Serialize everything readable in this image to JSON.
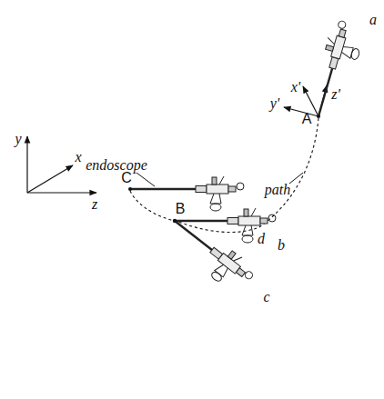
{
  "diagram": {
    "labels": [
      "a",
      "x'",
      "y'",
      "z'",
      "A",
      "path",
      "y",
      "x",
      "z",
      "endoscope",
      "C",
      "d",
      "B",
      "b",
      "c"
    ]
  }
}
